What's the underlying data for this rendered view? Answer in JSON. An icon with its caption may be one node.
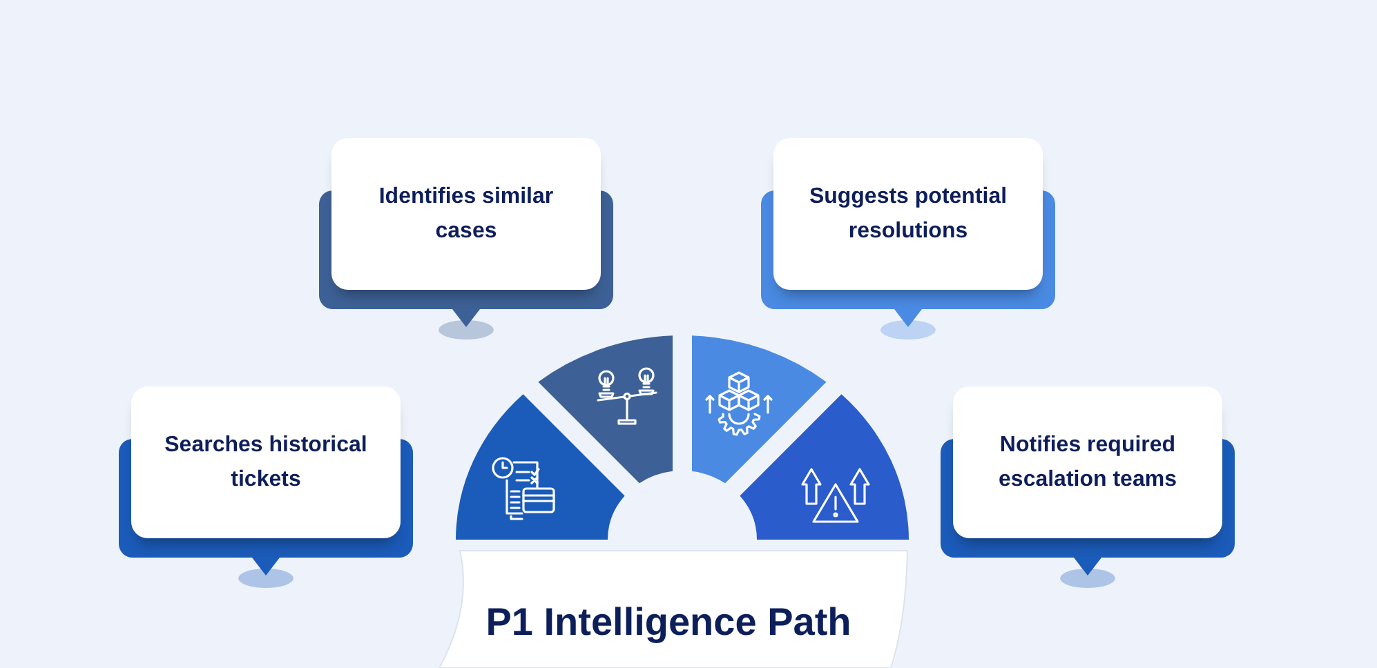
{
  "diagram": {
    "title": "P1 Intelligence Path",
    "nodes": [
      {
        "text": [
          "Searches historical tickets"
        ]
      },
      {
        "text": [
          "Identifies similar cases"
        ]
      },
      {
        "text": [
          "Suggests potential resolutions"
        ]
      },
      {
        "text": [
          "Notifies required escalation teams"
        ]
      }
    ]
  }
}
